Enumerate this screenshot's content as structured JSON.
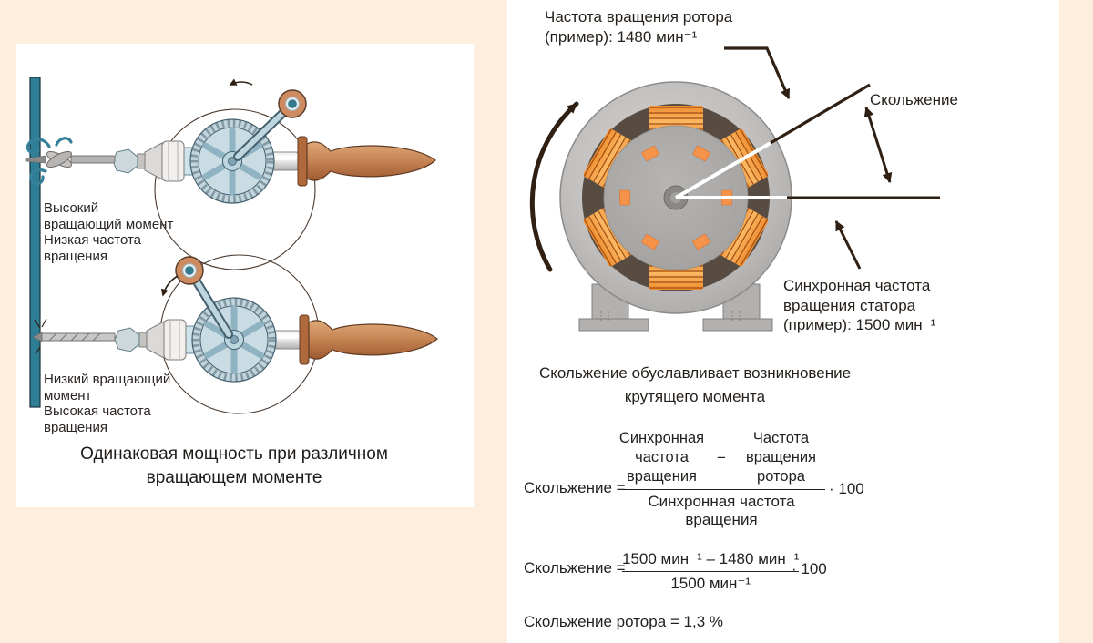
{
  "palette": {
    "page_background": "#fdeede",
    "panel_background": "#ffffff",
    "wall_teal": "#2e7e96",
    "gear_blue": "#c2d5dd",
    "handle_copper": "#c88757",
    "coil_orange": "#f09035",
    "annotation_line": "#2f2013",
    "text": "#241f1a"
  },
  "left_panel": {
    "label_top": [
      "Высокий",
      "вращающий момент",
      "Низкая частота",
      "вращения"
    ],
    "label_bottom": [
      "Низкий вращающий",
      "момент",
      "Высокая частота",
      "вращения"
    ],
    "caption": [
      "Одинаковая мощность при различном",
      "вращающем моменте"
    ]
  },
  "right_panel": {
    "rotor_label": [
      "Частота вращения ротора",
      "(пример): 1480 мин⁻¹"
    ],
    "slip_label": "Скольжение",
    "stator_label": [
      "Синхронная частота",
      "вращения статора",
      "(пример): 1500 мин⁻¹"
    ],
    "caption": [
      "Скольжение обуславливает возникновение",
      "крутящего момента"
    ],
    "formula_symbolic": {
      "lhs": "Скольжение =",
      "numerator_term1": [
        "Синхронная",
        "частота",
        "вращения"
      ],
      "minus": "−",
      "numerator_term2": [
        "Частота",
        "вращения",
        "ротора"
      ],
      "denominator": "Синхронная частота вращения",
      "multiplier": "· 100"
    },
    "formula_numeric": {
      "lhs": "Скольжение =",
      "numerator": "1500 мин⁻¹ – 1480 мин⁻¹",
      "denominator": "1500 мин⁻¹",
      "multiplier": "· 100"
    },
    "result": "Скольжение ротора = 1,3 %"
  }
}
